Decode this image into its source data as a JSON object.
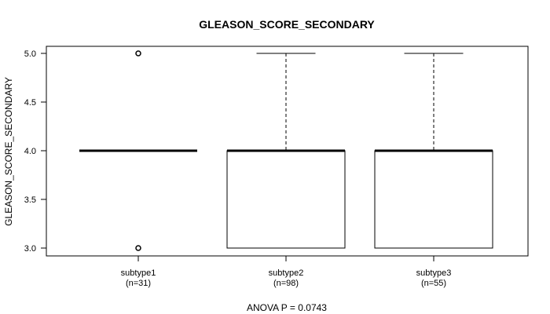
{
  "chart_data": {
    "type": "boxplot",
    "title": "GLEASON_SCORE_SECONDARY",
    "ylabel": "GLEASON_SCORE_SECONDARY",
    "xlabel": "ANOVA P = 0.0743",
    "ylim": [
      3.0,
      5.0
    ],
    "yticks": [
      "3.0",
      "3.5",
      "4.0",
      "4.5",
      "5.0"
    ],
    "grid": false,
    "categories": [
      "subtype1",
      "subtype2",
      "subtype3"
    ],
    "counts": [
      "(n=31)",
      "(n=98)",
      "(n=55)"
    ],
    "boxes": [
      {
        "whisker_low": 4,
        "q1": 4,
        "median": 4,
        "q3": 4,
        "whisker_high": 4,
        "outliers": [
          5,
          3
        ]
      },
      {
        "whisker_low": 3,
        "q1": 3,
        "median": 4,
        "q3": 4,
        "whisker_high": 5,
        "outliers": []
      },
      {
        "whisker_low": 3,
        "q1": 3,
        "median": 4,
        "q3": 4,
        "whisker_high": 5,
        "outliers": []
      }
    ]
  }
}
